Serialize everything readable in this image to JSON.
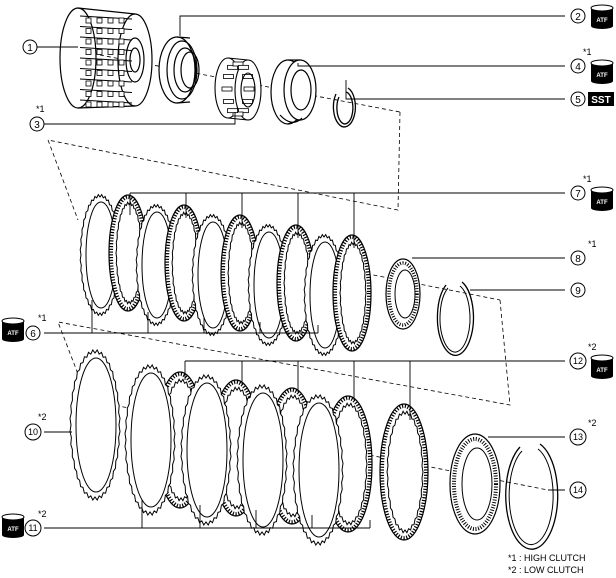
{
  "colors": {
    "ink": "#000000",
    "paper": "#ffffff"
  },
  "icons": {
    "fluid_can": "atf-can-icon",
    "tool_tag": "sst-tag"
  },
  "callouts": [
    {
      "num": "1"
    },
    {
      "num": "2",
      "note": "",
      "icon": "atf"
    },
    {
      "num": "3",
      "note": "*1"
    },
    {
      "num": "4",
      "note": "*1",
      "icon": "atf"
    },
    {
      "num": "5",
      "icon": "sst"
    },
    {
      "num": "6",
      "note": "*1",
      "icon": "atf"
    },
    {
      "num": "7",
      "note": "*1",
      "icon": "atf"
    },
    {
      "num": "8",
      "note": "*1"
    },
    {
      "num": "9"
    },
    {
      "num": "10",
      "note": "*2"
    },
    {
      "num": "11",
      "note": "*2",
      "icon": "atf"
    },
    {
      "num": "12",
      "note": "*2",
      "icon": "atf"
    },
    {
      "num": "13",
      "note": "*2"
    },
    {
      "num": "14"
    }
  ],
  "icon_labels": {
    "atf": "ATF",
    "sst": "SST"
  },
  "legend": [
    {
      "text": "*1 : HIGH CLUTCH"
    },
    {
      "text": "*2 : LOW CLUTCH"
    }
  ]
}
